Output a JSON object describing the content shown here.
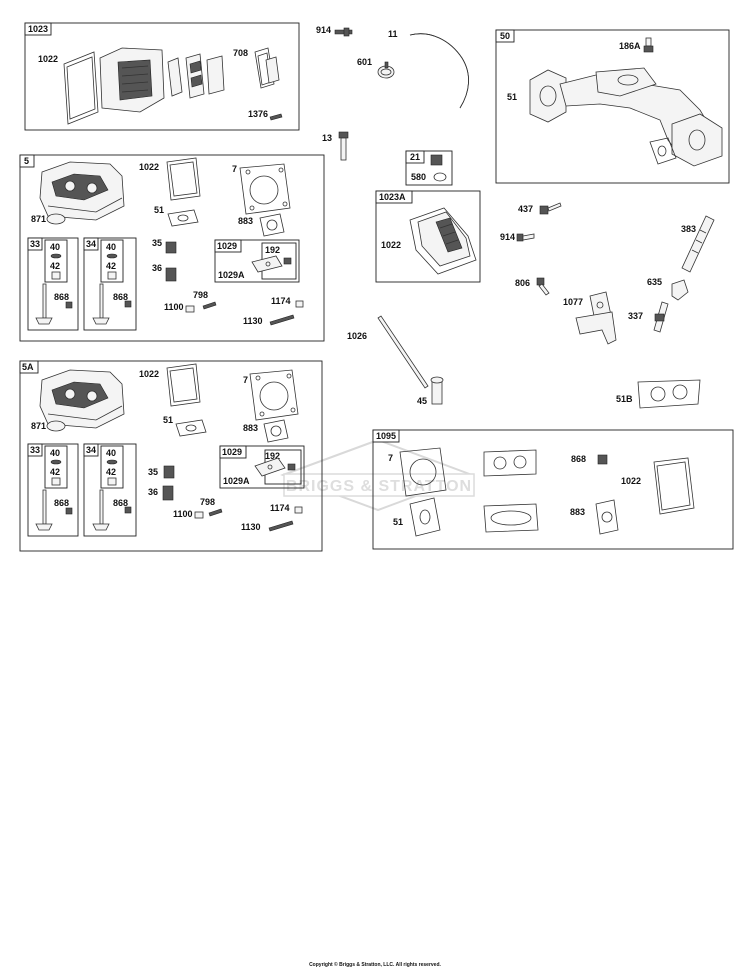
{
  "labels": {
    "l914a": "914",
    "l11": "11",
    "l601": "601",
    "l13": "13",
    "l50": "50",
    "l186A": "186A",
    "l51_50": "51",
    "l1023": "1023",
    "l1022_1023": "1022",
    "l708": "708",
    "l1376": "1376",
    "l21": "21",
    "l580": "580",
    "l1023A": "1023A",
    "l1022_1023A": "1022",
    "l437": "437",
    "l914b": "914",
    "l383": "383",
    "l806": "806",
    "l635": "635",
    "l1077": "1077",
    "l337": "337",
    "l1026": "1026",
    "l45": "45",
    "l51B": "51B",
    "s5": {
      "tag": "5",
      "l1022": "1022",
      "l7": "7",
      "l51": "51",
      "l883": "883",
      "l871": "871",
      "l33": "33",
      "l40a": "40",
      "l42a": "42",
      "l868a": "868",
      "l34": "34",
      "l40b": "40",
      "l42b": "42",
      "l868b": "868",
      "l35": "35",
      "l36": "36",
      "l1029": "1029",
      "l192": "192",
      "l1029A": "1029A",
      "l798": "798",
      "l1100": "1100",
      "l1174": "1174",
      "l1130": "1130"
    },
    "s5A": {
      "tag": "5A",
      "l1022": "1022",
      "l7": "7",
      "l51": "51",
      "l883": "883",
      "l871": "871",
      "l33": "33",
      "l40a": "40",
      "l42a": "42",
      "l868a": "868",
      "l34": "34",
      "l40b": "40",
      "l42b": "42",
      "l868b": "868",
      "l35": "35",
      "l36": "36",
      "l1029": "1029",
      "l192": "192",
      "l1029A": "1029A",
      "l798": "798",
      "l1100": "1100",
      "l1174": "1174",
      "l1130": "1130"
    },
    "s1095": {
      "tag": "1095",
      "l7": "7",
      "l868": "868",
      "l1022": "1022",
      "l51": "51",
      "l883": "883"
    }
  },
  "watermark": "BRIGGS & STRATTON",
  "copyright": "Copyright © Briggs & Stratton, LLC. All rights reserved."
}
